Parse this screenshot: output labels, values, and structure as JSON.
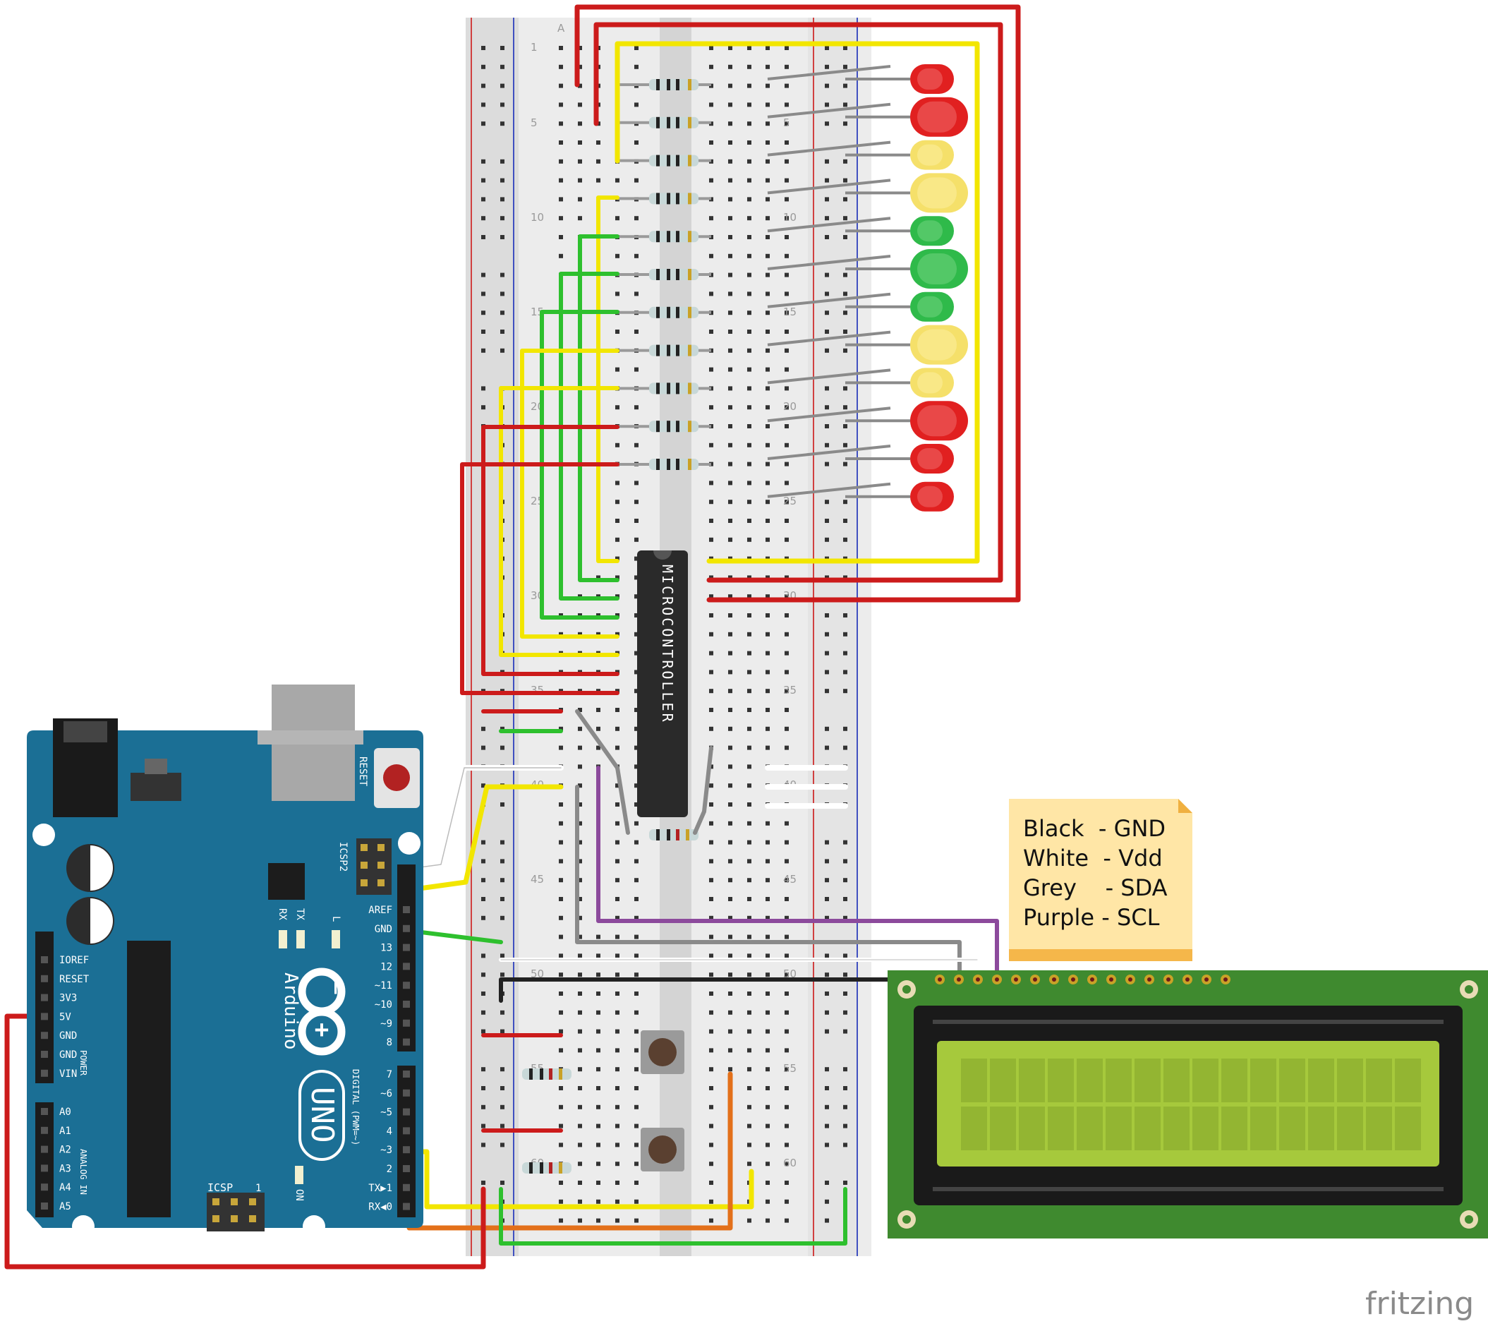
{
  "breadboard": {
    "column_header": "A",
    "row_numbers_left": [
      "1",
      "5",
      "10",
      "15",
      "20",
      "25",
      "30",
      "35",
      "40",
      "45",
      "50",
      "55",
      "60"
    ],
    "row_numbers_right": [
      "5",
      "10",
      "15",
      "20",
      "25",
      "30",
      "35",
      "40",
      "45",
      "50",
      "55",
      "60"
    ]
  },
  "microcontroller": {
    "label": "MICROCONTROLLER"
  },
  "arduino": {
    "brand": "Arduino",
    "model": "UNO",
    "reset_label": "RESET",
    "icsp2_label": "ICSP2",
    "icsp_label": "ICSP",
    "icsp_pin": "1",
    "tx_label": "TX",
    "rx_label": "RX",
    "l_label": "L",
    "on_label": "ON",
    "power_label": "POWER",
    "analog_label": "ANALOG IN",
    "digital_label": "DIGITAL (PWM=~)",
    "power_pins": [
      "IOREF",
      "RESET",
      "3V3",
      "5V",
      "GND",
      "GND",
      "VIN"
    ],
    "analog_pins": [
      "A0",
      "A1",
      "A2",
      "A3",
      "A4",
      "A5"
    ],
    "digital_high": [
      "AREF",
      "GND",
      "13",
      "12",
      "~11",
      "~10",
      "~9",
      "8"
    ],
    "digital_low": [
      "7",
      "~6",
      "~5",
      "4",
      "~3",
      "2",
      "TX▶1",
      "RX◀0"
    ]
  },
  "note": {
    "lines": [
      "Black  - GND",
      "White  - Vdd",
      "Grey    - SDA",
      "Purple - SCL"
    ]
  },
  "leds": [
    "red",
    "red",
    "yellow",
    "yellow",
    "green",
    "green",
    "green",
    "yellow",
    "yellow",
    "red",
    "red",
    "red"
  ],
  "colors": {
    "red_wire": "#cc1b1b",
    "yellow_wire": "#f2e600",
    "green_wire": "#2ec02e",
    "white_wire": "#ffffff",
    "grey_wire": "#8a8a8a",
    "purple_wire": "#8c4a9c",
    "black_wire": "#222222",
    "orange_wire": "#e3701a",
    "arduino_blue": "#1b6f95",
    "lcd_green": "#3f8a2f",
    "lcd_screen": "#a6c93c"
  },
  "watermark": "fritzing"
}
